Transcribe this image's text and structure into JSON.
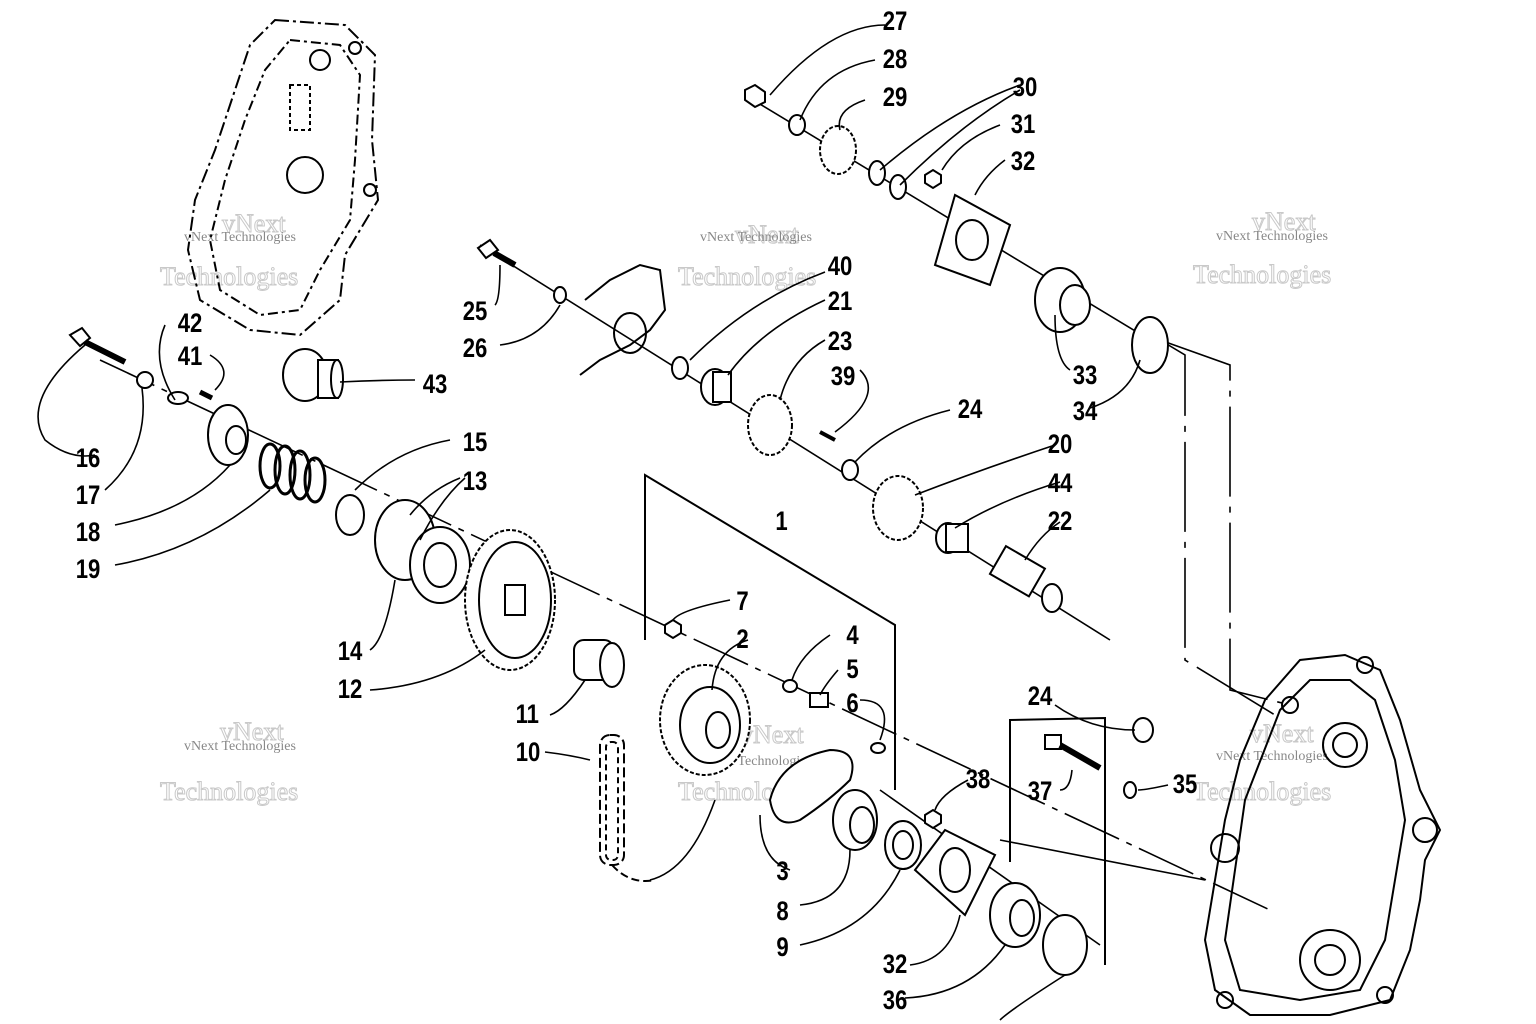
{
  "watermark": {
    "line1": "vNext",
    "line2": "Technologies",
    "small": "vNext Technologies"
  },
  "callouts": [
    "1",
    "2",
    "3",
    "4",
    "5",
    "6",
    "7",
    "8",
    "9",
    "10",
    "11",
    "12",
    "13",
    "14",
    "15",
    "16",
    "17",
    "18",
    "19",
    "20",
    "21",
    "22",
    "23",
    "24",
    "25",
    "26",
    "27",
    "28",
    "29",
    "30",
    "31",
    "32",
    "33",
    "34",
    "35",
    "36",
    "37",
    "38",
    "39",
    "40",
    "41",
    "42",
    "43",
    "44"
  ],
  "extra_callouts": {
    "label_24b": "24",
    "label_32b": "32"
  }
}
